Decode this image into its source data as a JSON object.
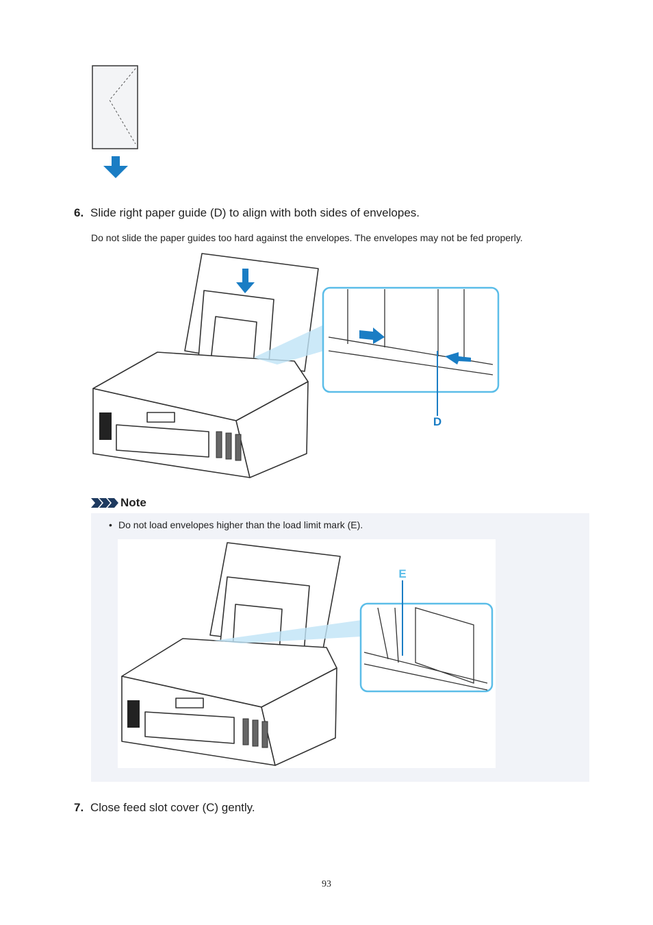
{
  "steps": [
    {
      "number": "6.",
      "text": "Slide right paper guide (D) to align with both sides of envelopes."
    },
    {
      "number": "7.",
      "text": "Close feed slot cover (C) gently."
    }
  ],
  "step6_detail": "Do not slide the paper guides too hard against the envelopes. The envelopes may not be fed properly.",
  "note": {
    "title": "Note",
    "bullet": "Do not load envelopes higher than the load limit mark (E)."
  },
  "illustration_labels": {
    "guide": "D",
    "limit_mark": "E"
  },
  "page_number": "93",
  "colors": {
    "accent": "#1a7dc4",
    "callout": "#5bbde8",
    "note_bg": "#f1f3f8"
  }
}
